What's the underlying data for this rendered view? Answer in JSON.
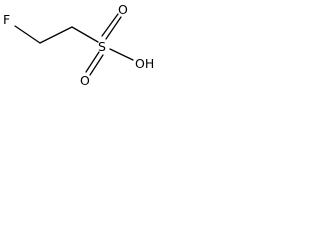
{
  "molecule": {
    "atoms": {
      "fluorine": "F",
      "sulfur": "S",
      "oxygen_top": "O",
      "oxygen_bottom": "O",
      "hydroxyl": "OH"
    },
    "colors": {
      "bond": "#000000",
      "label": "#000000",
      "background": "#ffffff"
    }
  }
}
